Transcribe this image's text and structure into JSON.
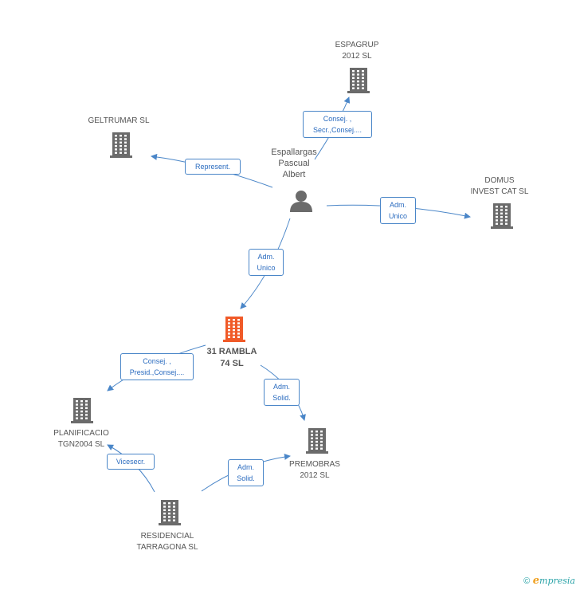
{
  "nodes": {
    "espagrup": {
      "lines": [
        "ESPAGRUP",
        "2012 SL"
      ],
      "icon": "building-icon",
      "color": "#6b6b6b"
    },
    "geltrumar": {
      "lines": [
        "GELTRUMAR SL"
      ],
      "icon": "building-icon",
      "color": "#6b6b6b"
    },
    "espallargas": {
      "lines": [
        "Espallargas",
        "Pascual",
        "Albert"
      ],
      "icon": "person-icon",
      "color": "#6b6b6b"
    },
    "domus": {
      "lines": [
        "DOMUS",
        "INVEST CAT SL"
      ],
      "icon": "building-icon",
      "color": "#6b6b6b"
    },
    "rambla": {
      "lines": [
        "31 RAMBLA",
        "74 SL"
      ],
      "icon": "building-icon",
      "color": "#f05a28"
    },
    "planificacio": {
      "lines": [
        "PLANIFICACIO",
        "TGN2004 SL"
      ],
      "icon": "building-icon",
      "color": "#6b6b6b"
    },
    "premobras": {
      "lines": [
        "PREMOBRAS",
        "2012 SL"
      ],
      "icon": "building-icon",
      "color": "#6b6b6b"
    },
    "residencial": {
      "lines": [
        "RESIDENCIAL",
        "TARRAGONA SL"
      ],
      "icon": "building-icon",
      "color": "#6b6b6b"
    }
  },
  "edges": {
    "to_espagrup": {
      "lines": [
        "Consej. ,",
        "Secr.,Consej...."
      ]
    },
    "to_geltrumar": {
      "lines": [
        "Represent."
      ]
    },
    "to_domus": {
      "lines": [
        "Adm.",
        "Unico"
      ]
    },
    "to_rambla": {
      "lines": [
        "Adm.",
        "Unico"
      ]
    },
    "rambla_to_planificacio": {
      "lines": [
        "Consej. ,",
        "Presid.,Consej...."
      ]
    },
    "rambla_to_premobras": {
      "lines": [
        "Adm.",
        "Solid."
      ]
    },
    "residencial_to_planificacio": {
      "lines": [
        "Vicesecr."
      ]
    },
    "residencial_to_premobras": {
      "lines": [
        "Adm.",
        "Solid."
      ]
    }
  },
  "colors": {
    "edge": "#4a86c8",
    "node": "#6b6b6b",
    "focus": "#f05a28"
  },
  "footer": {
    "copyright": "©",
    "brand_e": "e",
    "brand_rest": "mpresia"
  }
}
